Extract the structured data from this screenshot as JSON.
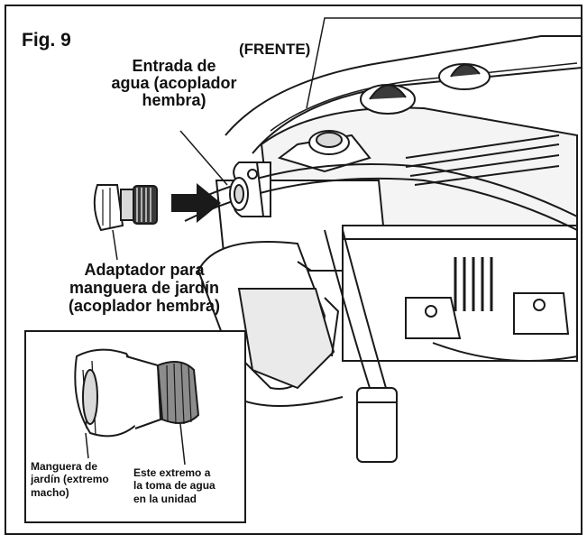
{
  "figure": {
    "title": "Fig. 9",
    "orientation_label": "(FRENTE)",
    "inlet_label": [
      "Entrada de",
      "agua (acoplador",
      "hembra)"
    ],
    "adapter_label": [
      "Adaptador para",
      "manguera de jardín",
      "(acoplador hembra)"
    ],
    "inset": {
      "hose_end_label": [
        "Manguera de",
        "jardín (extremo",
        "macho)"
      ],
      "unit_end_label": [
        "Este extremo a",
        "la toma de agua",
        "en la unidad"
      ]
    }
  },
  "colors": {
    "line": "#1a1a1a",
    "light_gray": "#d9d9d9",
    "mid_gray": "#8c8c8c",
    "dark_gray": "#3a3a3a",
    "background": "#ffffff"
  },
  "icons": [
    "arrow-right-icon",
    "hose-adapter-icon",
    "water-inlet-icon"
  ]
}
